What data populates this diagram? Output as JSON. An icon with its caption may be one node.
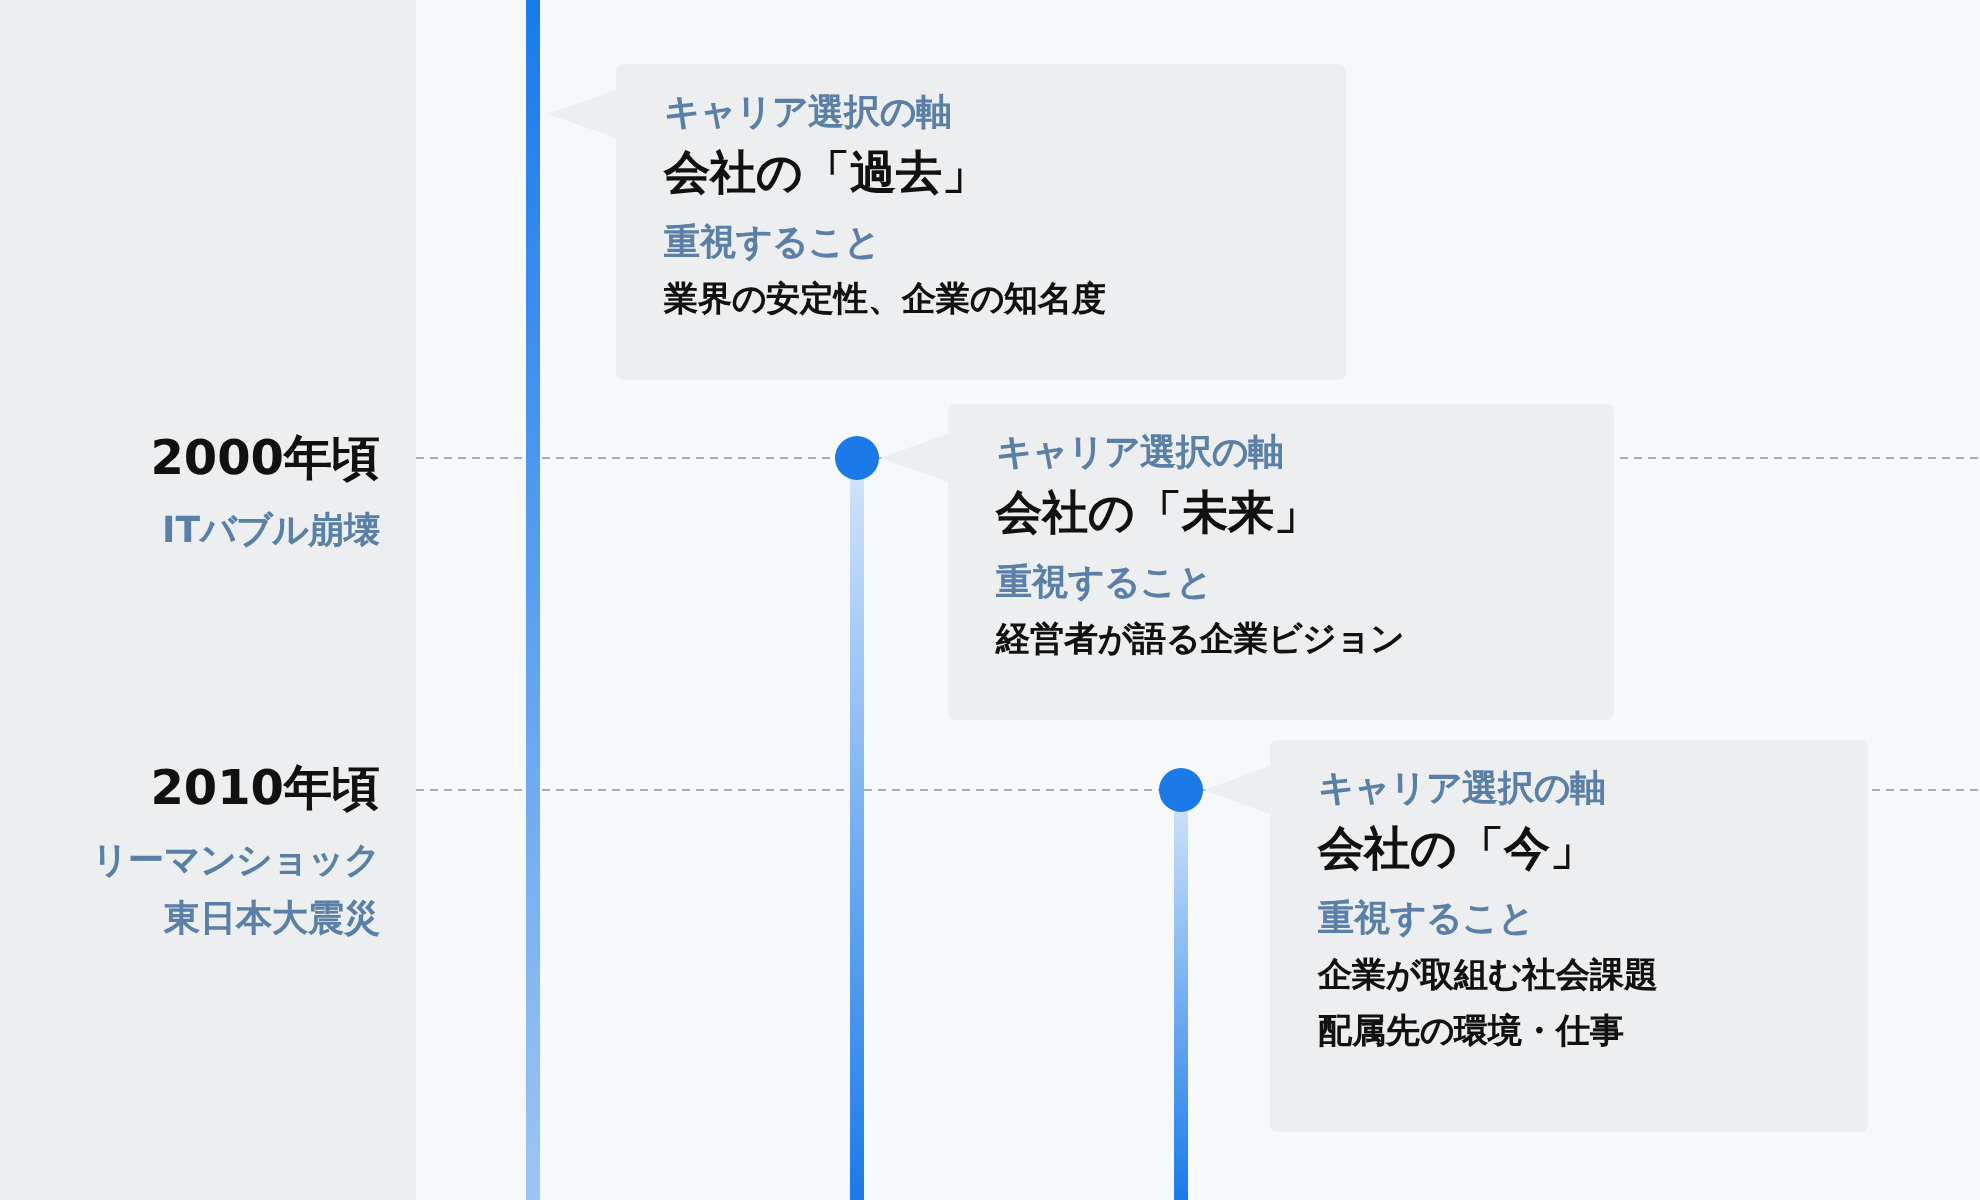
{
  "diagram": {
    "nodes": [
      {
        "text": [
          "キャリア選択の軸",
          "会社の「過去」",
          "重視すること",
          "業界の安定性、企業の知名度"
        ]
      },
      {
        "text": [
          "キャリア選択の軸",
          "会社の「未来」",
          "重視すること",
          "経営者が語る企業ビジョン"
        ]
      },
      {
        "text": [
          "キャリア選択の軸",
          "会社の「今」",
          "重視すること",
          "企業が取組む社会課題",
          "配属先の環境・仕事"
        ]
      }
    ],
    "labels": [
      "2000年頃",
      "ITバブル崩壊",
      "2010年頃",
      "リーマンショック",
      "東日本大震災"
    ]
  }
}
